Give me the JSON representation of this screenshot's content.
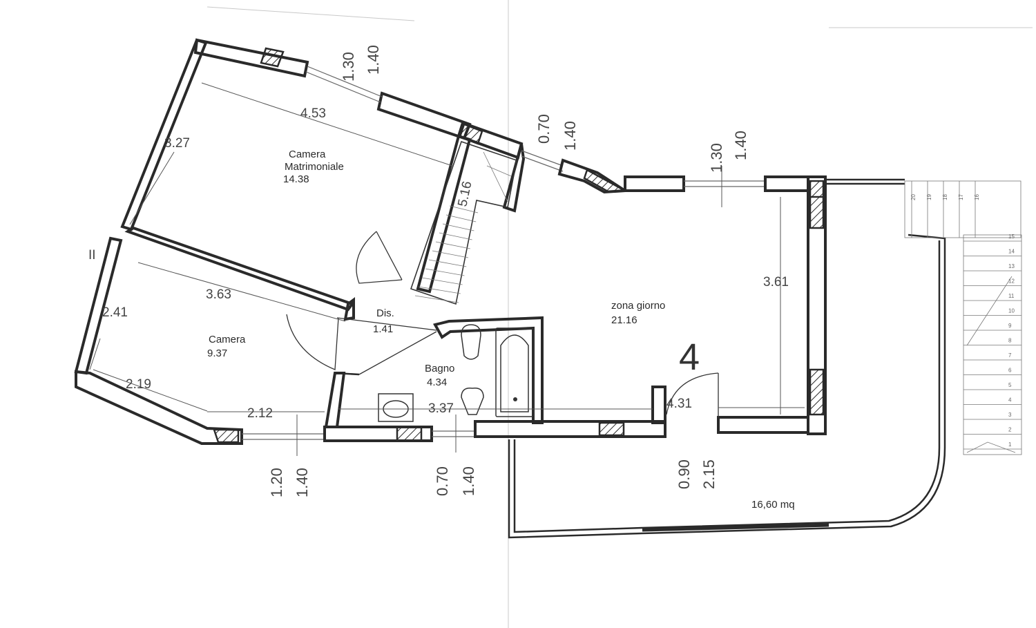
{
  "rooms": {
    "camera_matrimoniale": {
      "name_line1": "Camera",
      "name_line2": "Matrimoniale",
      "area": "14.38"
    },
    "camera": {
      "name": "Camera",
      "area": "9.37"
    },
    "disimpegno": {
      "name": "Dis.",
      "area": "1.41"
    },
    "bagno": {
      "name": "Bagno",
      "area": "4.34"
    },
    "zona_giorno": {
      "name": "zona giorno",
      "area": "21.16"
    },
    "terrazza": {
      "area": "16,60 mq"
    }
  },
  "unit_number": "4",
  "dimensions": {
    "matrimoniale_width": "4.53",
    "matrimoniale_depth": "3.27",
    "camera_width_top": "3.63",
    "camera_depth": "2.41",
    "camera_width_bottom": "2.19",
    "camera_wall": "2.12",
    "bagno_width": "3.37",
    "stair_width": "5.16",
    "giorno_depth": "3.61",
    "giorno_width": "4.31"
  },
  "openings": {
    "win_matrimoniale": {
      "w": "1.30",
      "h": "1.40"
    },
    "win_stair": {
      "w": "0.70",
      "h": "1.40"
    },
    "win_giorno": {
      "w": "1.30",
      "h": "1.40"
    },
    "win_camera": {
      "w": "1.20",
      "h": "1.40"
    },
    "win_bagno": {
      "w": "0.70",
      "h": "1.40"
    },
    "door_terrazza": {
      "w": "0.90",
      "h": "2.15"
    }
  },
  "stair_steps": [
    "1",
    "2",
    "3",
    "4",
    "5",
    "6",
    "7",
    "8",
    "9",
    "10",
    "11",
    "12",
    "13",
    "14",
    "15",
    "16",
    "17",
    "18",
    "19",
    "20"
  ],
  "margin_mark": "II"
}
